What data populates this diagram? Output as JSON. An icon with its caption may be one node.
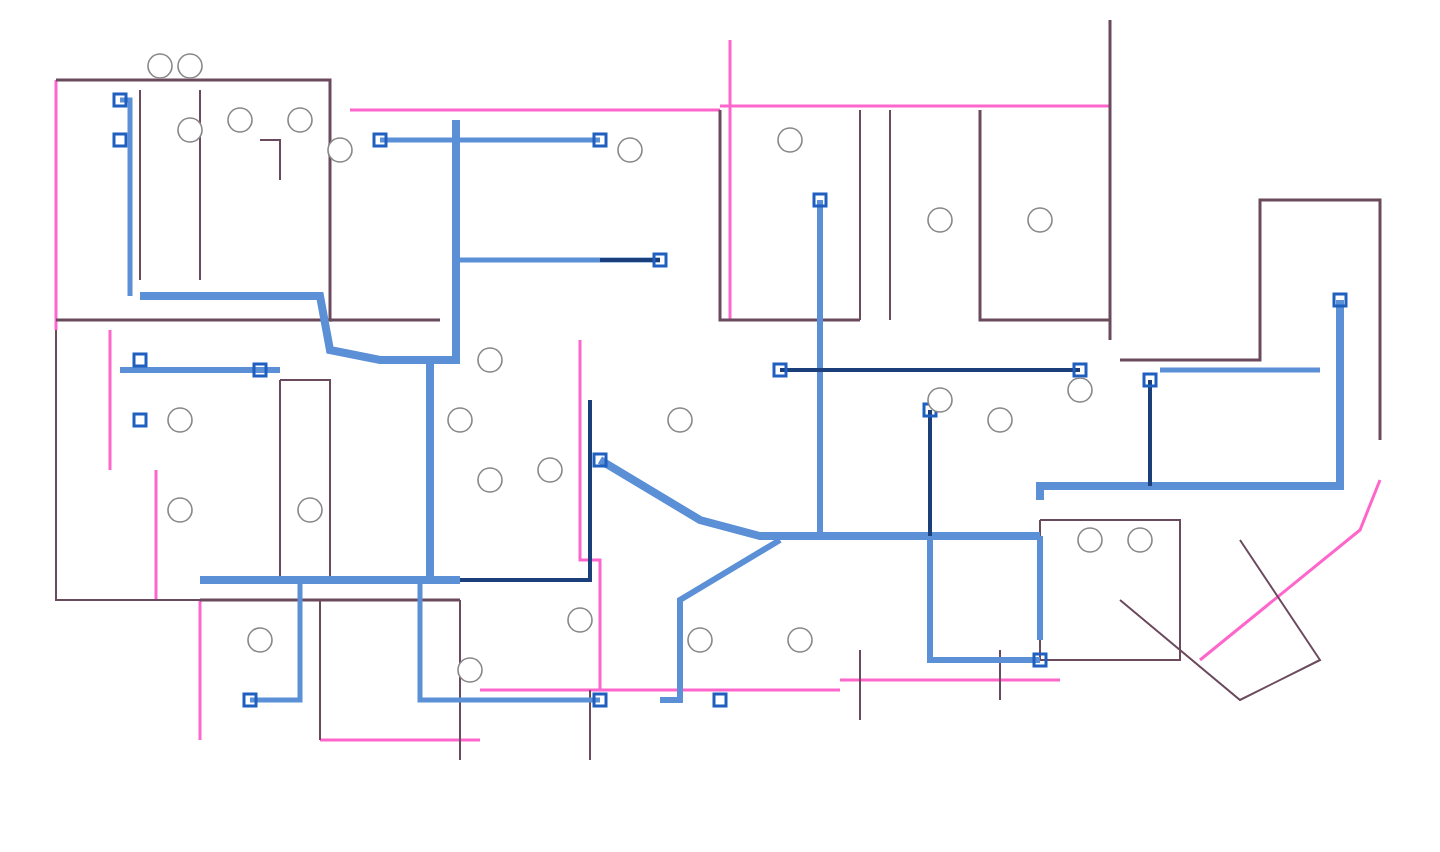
{
  "diagram": {
    "nodes": [
      {
        "text": [],
        "shape": "circle"
      },
      {
        "text": [],
        "shape": "circle"
      },
      {
        "text": [],
        "shape": "circle"
      },
      {
        "text": [],
        "shape": "circle"
      },
      {
        "text": [],
        "shape": "circle"
      },
      {
        "text": [],
        "shape": "circle"
      },
      {
        "text": [],
        "shape": "circle"
      },
      {
        "text": [],
        "shape": "circle"
      },
      {
        "text": [],
        "shape": "circle"
      },
      {
        "text": [],
        "shape": "circle"
      },
      {
        "text": [],
        "shape": "circle"
      },
      {
        "text": [],
        "shape": "circle"
      },
      {
        "text": [],
        "shape": "circle"
      },
      {
        "text": [],
        "shape": "circle"
      },
      {
        "text": [],
        "shape": "circle"
      },
      {
        "text": [],
        "shape": "circle"
      },
      {
        "text": [],
        "shape": "circle"
      },
      {
        "text": [],
        "shape": "circle"
      },
      {
        "text": [],
        "shape": "circle"
      },
      {
        "text": [],
        "shape": "circle"
      },
      {
        "text": [],
        "shape": "circle"
      },
      {
        "text": [],
        "shape": "circle"
      },
      {
        "text": [],
        "shape": "circle"
      },
      {
        "text": [],
        "shape": "circle"
      },
      {
        "text": [],
        "shape": "circle"
      },
      {
        "text": [],
        "shape": "circle"
      },
      {
        "text": [],
        "shape": "circle"
      },
      {
        "text": [],
        "shape": "circle"
      }
    ]
  }
}
